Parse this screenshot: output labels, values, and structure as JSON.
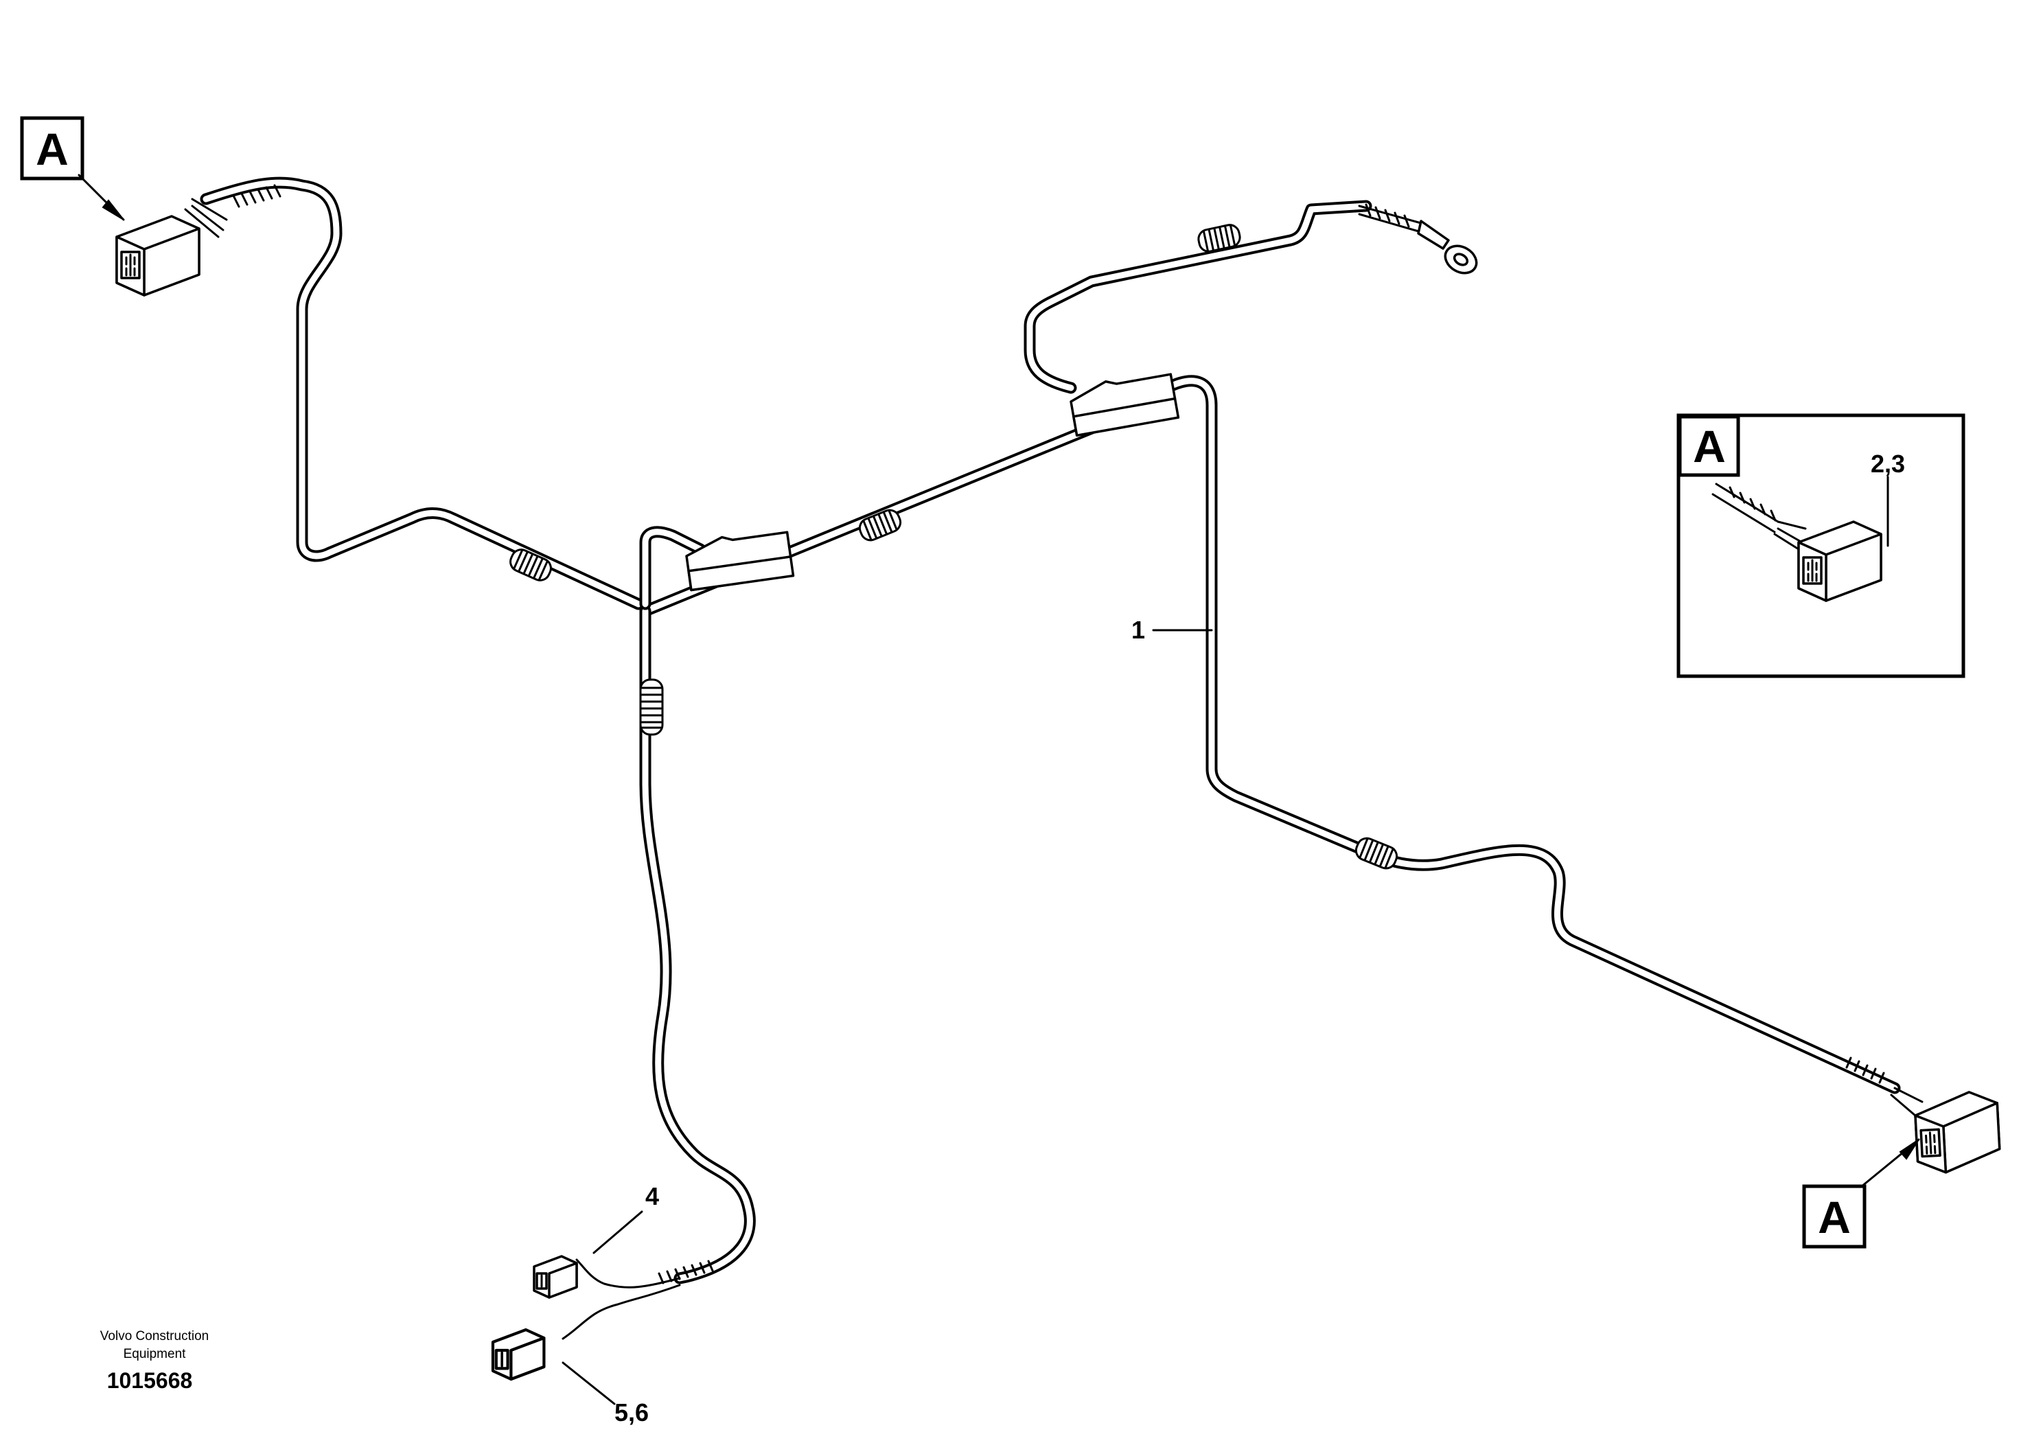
{
  "callouts": {
    "harness": "1",
    "connector_inset": "2,3",
    "connector_small": "4",
    "connector_small_pair": "5,6"
  },
  "view_marker": "A",
  "footer": {
    "maker_line1": "Volvo Construction",
    "maker_line2": "Equipment",
    "figure_number": "1015668"
  }
}
